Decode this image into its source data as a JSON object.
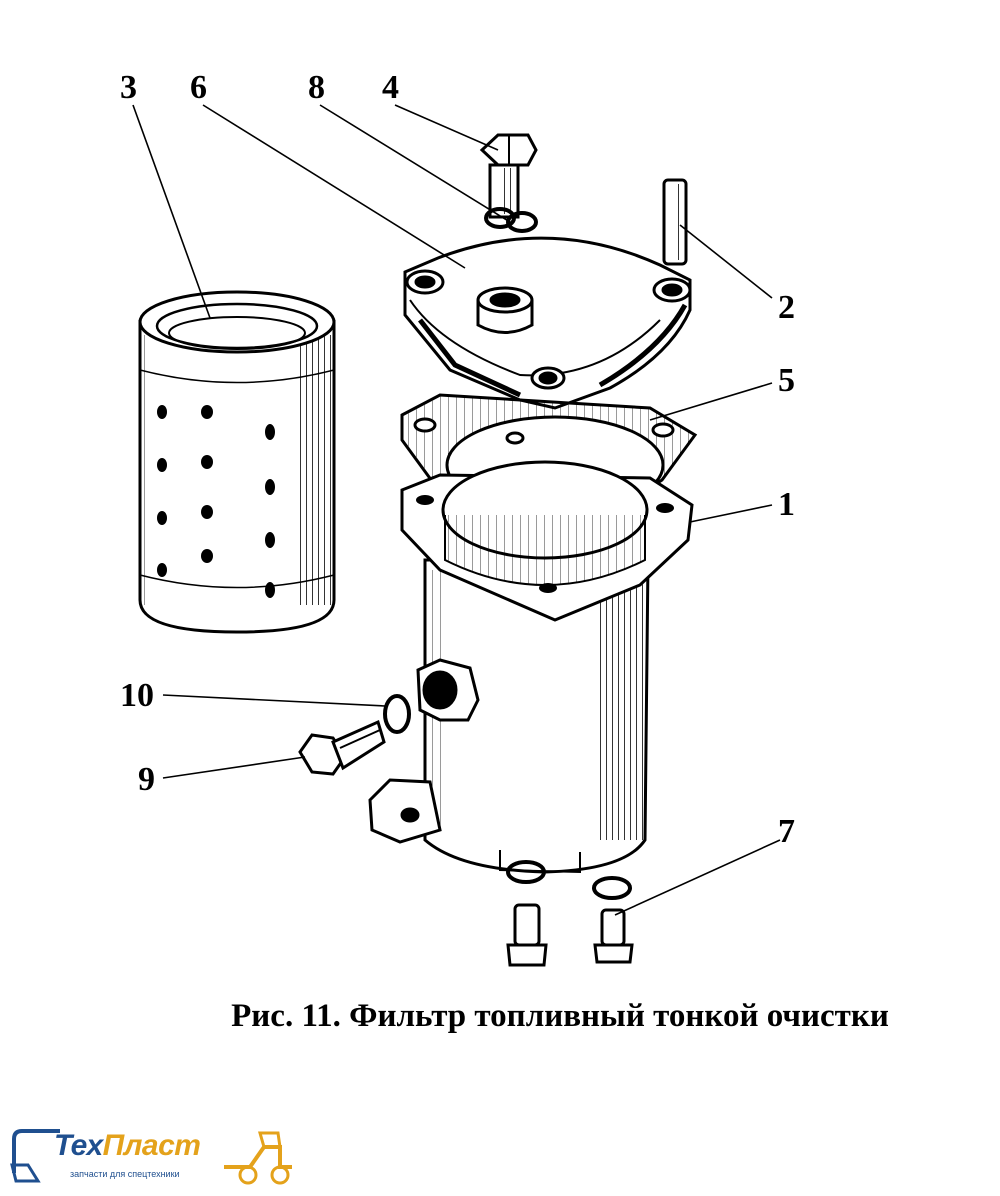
{
  "caption": "Рис. 11. Фильтр топливный тонкой очистки",
  "callouts": {
    "c1": "1",
    "c2": "2",
    "c3": "3",
    "c4": "4",
    "c5": "5",
    "c6": "6",
    "c7": "7",
    "c8": "8",
    "c9": "9",
    "c10": "10"
  },
  "logo": {
    "name_part1": "Тех",
    "name_part2": "Пласт",
    "subtitle": "запчасти для спецтехники",
    "primary_color": "#1f4f8f",
    "accent_color": "#e4a21b"
  },
  "icons": [
    "excavator-bucket-icon",
    "loader-icon"
  ]
}
